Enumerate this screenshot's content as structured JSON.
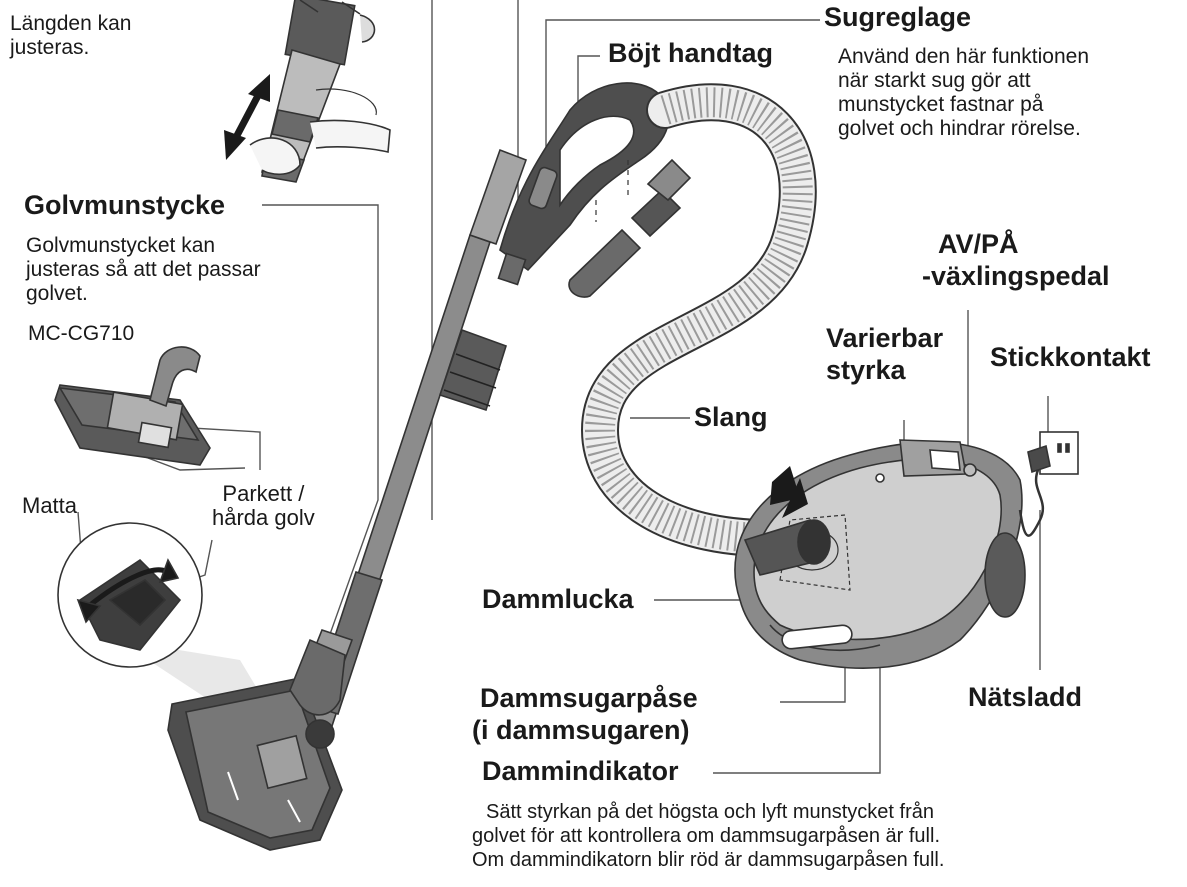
{
  "labels": {
    "length_note": [
      "Längden kan",
      "justeras."
    ],
    "sugreglage": "Sugreglage",
    "sugreglage_desc": [
      "Använd den här funktionen",
      "när starkt sug gör att",
      "munstycket fastnar på",
      "golvet och hindrar rörelse."
    ],
    "bojt_handtag": "Böjt handtag",
    "golvmunstycke": "Golvmunstycke",
    "golvmunstycke_desc": [
      "Golvmunstycket kan",
      "justeras så att det passar",
      "golvet."
    ],
    "model": "MC-CG710",
    "parkett": [
      "Parkett /",
      "hårda golv"
    ],
    "matta": "Matta",
    "avpa": [
      "AV/PÅ",
      "-växlingspedal"
    ],
    "varierbar": [
      "Varierbar",
      "styrka"
    ],
    "stickkontakt": "Stickkontakt",
    "slang": "Slang",
    "dammlucka": "Dammlucka",
    "dammsugarpase": [
      "Dammsugarpåse",
      "(i dammsugaren)"
    ],
    "natsladd": "Nätsladd",
    "dammindikator": "Dammindikator",
    "dammindikator_desc": [
      "Sätt styrkan på det högsta och lyft munstycket från",
      "golvet för att kontrollera om dammsugarpåsen är full.",
      "Om dammindikatorn blir röd är dammsugarpåsen full."
    ]
  },
  "colors": {
    "ink": "#1a1a1a",
    "body_dark": "#5a5a5a",
    "body_mid": "#8a8a8a",
    "body_light": "#cfcfcf",
    "hose": "#e6e6e6"
  }
}
